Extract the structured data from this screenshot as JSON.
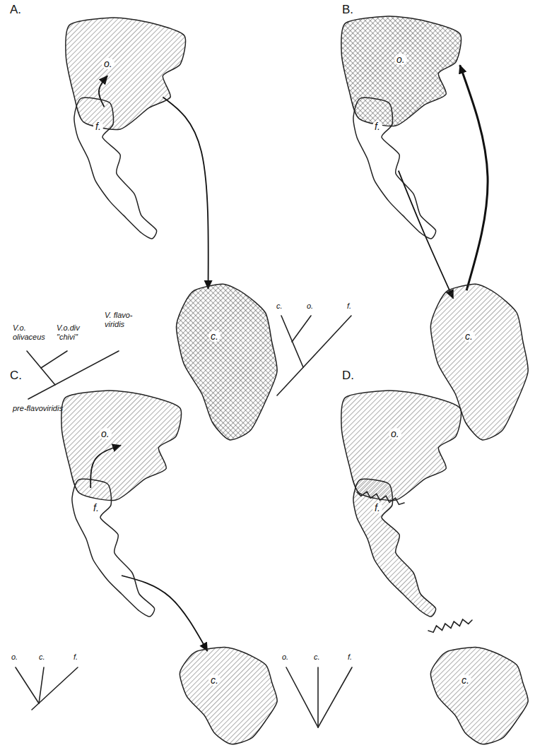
{
  "diagram": {
    "nodes": [
      {
        "text": [
          "o."
        ]
      },
      {
        "text": [
          "f."
        ]
      },
      {
        "text": [
          "c."
        ]
      },
      {
        "text": [
          "o."
        ]
      },
      {
        "text": [
          "f."
        ]
      },
      {
        "text": [
          "c."
        ]
      },
      {
        "text": [
          "o."
        ]
      },
      {
        "text": [
          "f."
        ]
      },
      {
        "text": [
          "c."
        ]
      },
      {
        "text": [
          "o."
        ]
      },
      {
        "text": [
          "f."
        ]
      },
      {
        "text": [
          "c."
        ]
      }
    ],
    "edges": [
      {
        "from": 1,
        "to": 0,
        "arrow": "to"
      },
      {
        "from": 0,
        "to": 2,
        "arrow": "to"
      },
      {
        "from": 4,
        "to": 5,
        "arrow": "to"
      },
      {
        "from": 5,
        "to": 3,
        "arrow": "to"
      },
      {
        "from": 7,
        "to": 6,
        "arrow": "to"
      },
      {
        "from": 7,
        "to": 8,
        "arrow": "to"
      }
    ],
    "labels": [
      "A.",
      "V.o. olivaceus",
      "V.o.div \"chivi\"",
      "V. flavo- viridis",
      "pre-flavoviridis",
      "B.",
      "c.",
      "o.",
      "f.",
      "C.",
      "o.",
      "c.",
      "f.",
      "D.",
      "o.",
      "c.",
      "f."
    ]
  }
}
